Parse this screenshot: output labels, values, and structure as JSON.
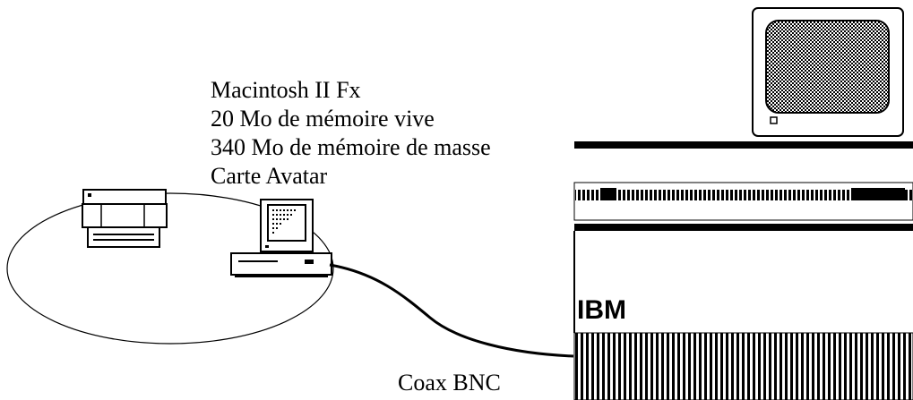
{
  "mac": {
    "spec_lines": [
      "Macintosh II Fx",
      "20 Mo de mémoire vive",
      "340 Mo de mémoire de masse",
      "Carte Avatar"
    ]
  },
  "mainframe": {
    "brand": "IBM"
  },
  "cable": {
    "label": "Coax BNC"
  },
  "icons": {
    "printer": "printer-icon",
    "mac": "macintosh-computer-icon",
    "terminal": "terminal-monitor-icon",
    "mainframe": "ibm-mainframe-icon"
  }
}
